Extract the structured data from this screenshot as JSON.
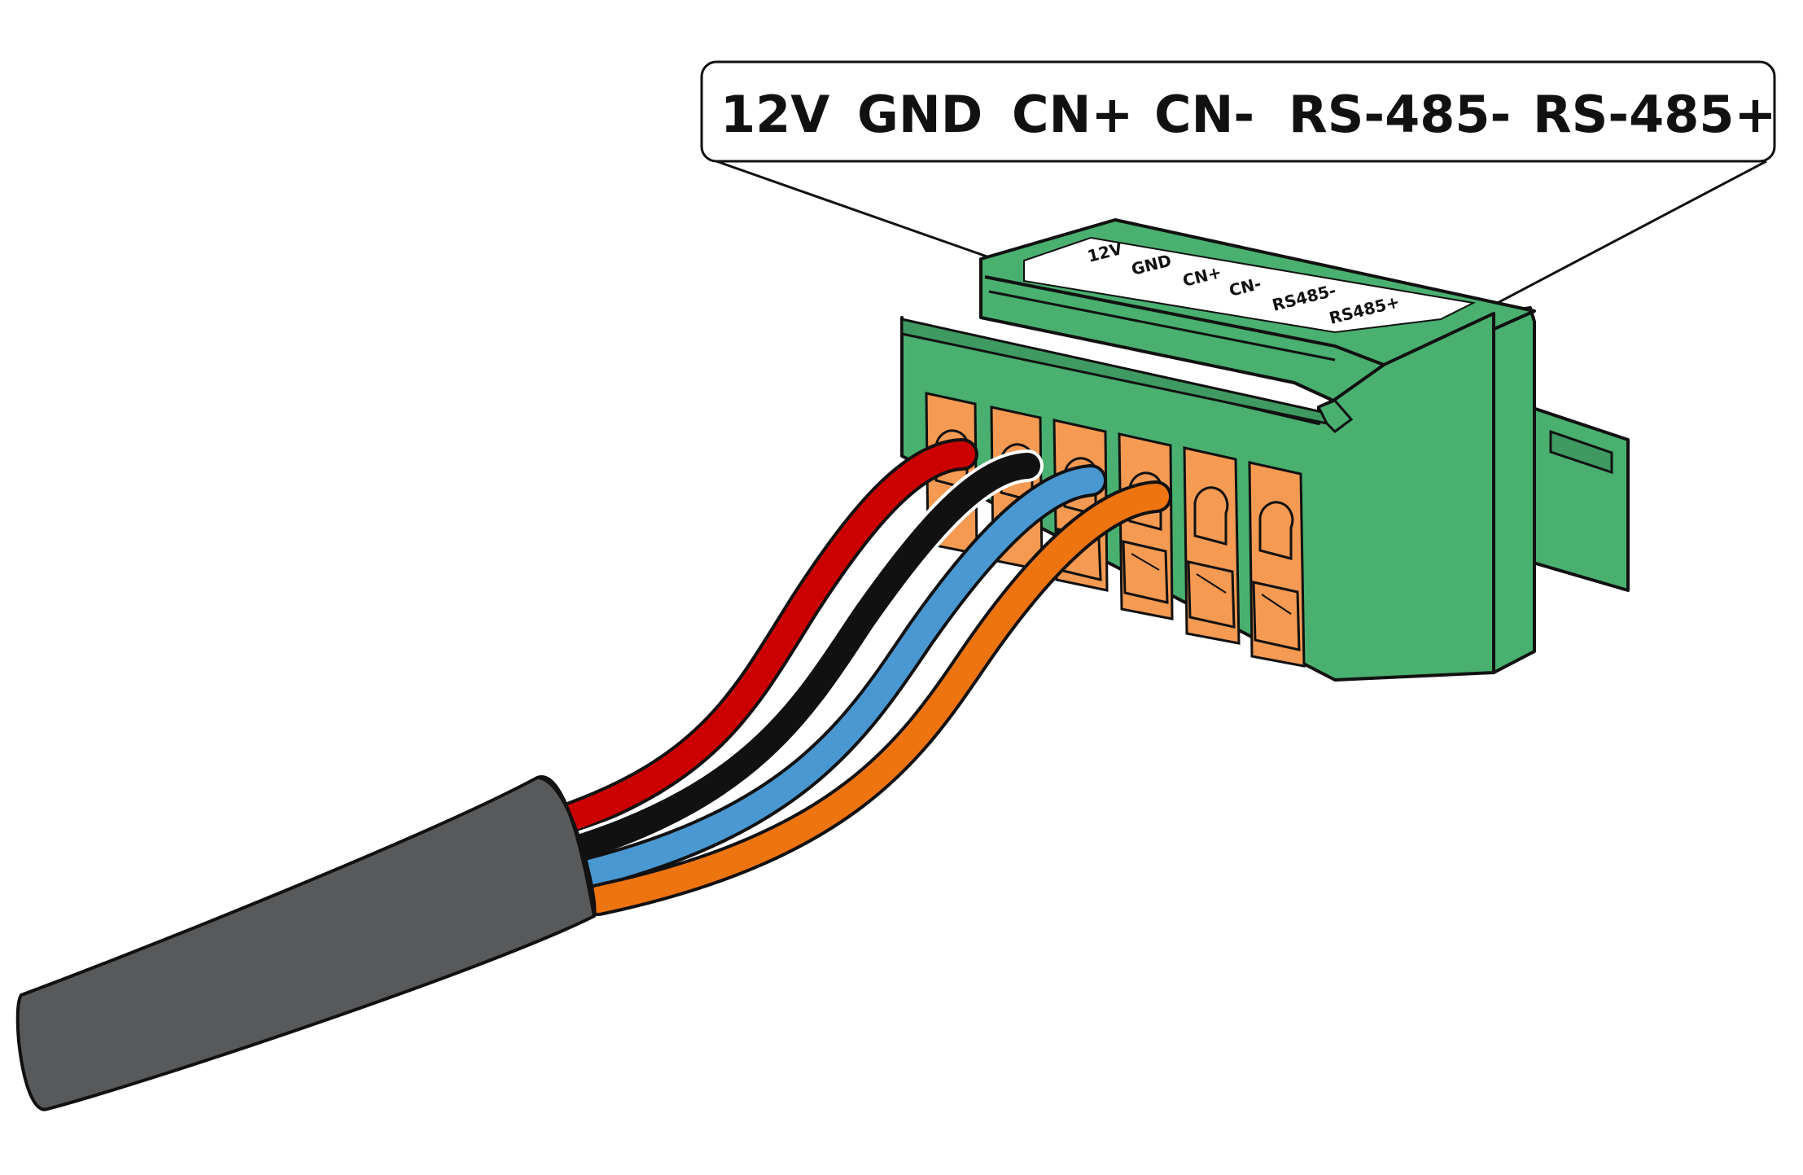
{
  "callout": {
    "labels": [
      "12V",
      "GND",
      "CN+",
      "CN-",
      "RS-485-",
      "RS-485+"
    ]
  },
  "connector": {
    "top_labels": [
      "12V",
      "GND",
      "CN+",
      "CN-",
      "RS485-",
      "RS485+"
    ],
    "pin_count": 6,
    "body_color": "#49B06F",
    "terminal_color": "#F59A52"
  },
  "cable": {
    "jacket_color": "#58595B",
    "wires": [
      {
        "color": "#CC0000",
        "pin": 1
      },
      {
        "color": "#111111",
        "pin": 2
      },
      {
        "color": "#4A98D2",
        "pin": 3
      },
      {
        "color": "#EE7410",
        "pin": 4
      }
    ]
  }
}
